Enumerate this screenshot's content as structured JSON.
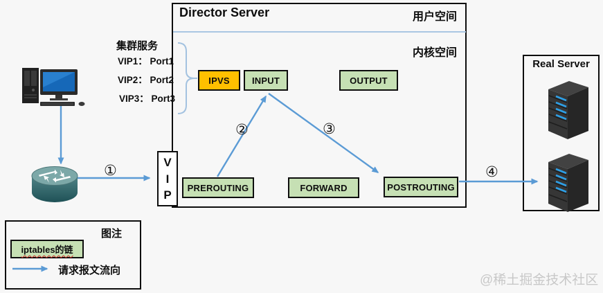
{
  "colors": {
    "flow_arrow_blue": "#5b9bd5",
    "brace_blue": "#a3c2e0",
    "divider_blue": "#aac6e2",
    "chain_box_green": "#c6e0b4",
    "ipvs_orange": "#ffc000",
    "box_border_black": "#0d0d0d",
    "vip_box_white": "#ffffff",
    "watermark_gray": "#c8c8c8",
    "server_slot_blue": "#2e9fe6",
    "monitor_screen_blue": "#2e86d4",
    "router_teal": "#3f7579"
  },
  "director": {
    "title": "Director Server",
    "user_space": "用户空间",
    "kernel_space": "内核空间"
  },
  "cluster": {
    "title": "集群服务",
    "entries": [
      "VIP1： Port1",
      "VIP2： Port2",
      "VIP3： Port3"
    ]
  },
  "chains": {
    "ipvs": "IPVS",
    "input": "INPUT",
    "output": "OUTPUT",
    "prerouting": "PREROUTING",
    "forward": "FORWARD",
    "postrouting": "POSTROUTING"
  },
  "vip": {
    "letters": [
      "V",
      "I",
      "P"
    ]
  },
  "steps": [
    "①",
    "②",
    "③",
    "④"
  ],
  "real_server": {
    "title": "Real Server"
  },
  "legend": {
    "title": "图注",
    "iptables_chain": "iptables的链",
    "flow": "请求报文流向"
  },
  "watermark": "@稀土掘金技术社区"
}
